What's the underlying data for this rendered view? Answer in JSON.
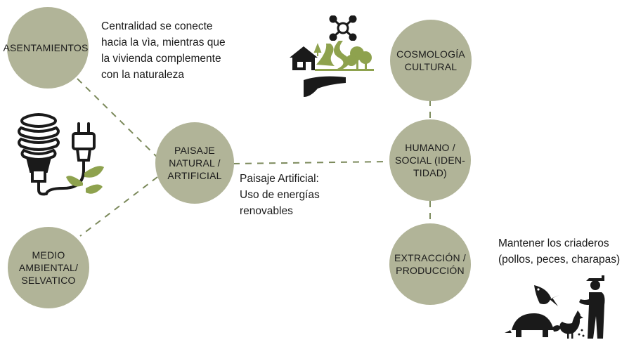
{
  "nodes": {
    "asentamientos": "ASENTAMIENTOS",
    "paisaje": [
      "PAISAJE",
      "NATURAL /",
      "ARTIFICIAL"
    ],
    "medio": [
      "MEDIO",
      "AMBIENTAL/",
      "SELVATICO"
    ],
    "cosmologia": [
      "COSMOLOGÍA",
      "CULTURAL"
    ],
    "humano": [
      "HUMANO /",
      "SOCIAL (IDEN-",
      "TIDAD)"
    ],
    "extraccion": [
      "EXTRACCIÓN /",
      "PRODUCCIÓN"
    ]
  },
  "notes": {
    "asentamientos": [
      "Centralidad se conecte",
      "hacia la vìa, mientras que",
      "la vivienda complemente",
      "con la naturaleza"
    ],
    "paisaje_artificial": [
      "Paisaje Artificial:",
      "Uso de energías",
      "renovables"
    ],
    "criaderos": [
      "Mantener los criaderos",
      "(pollos, peces, charapas)"
    ]
  },
  "icons": [
    "energy-saving-bulb-icon",
    "plug-with-leaves-icon",
    "house-landscape-hand-icon",
    "drone-icon",
    "turtle-icon",
    "fish-icon",
    "chicken-icon",
    "farmer-icon"
  ],
  "colors": {
    "node_fill": "#b1b498",
    "connector": "#7c8a5c",
    "icon_dark": "#1a1a1a",
    "icon_green": "#8ea24e"
  }
}
